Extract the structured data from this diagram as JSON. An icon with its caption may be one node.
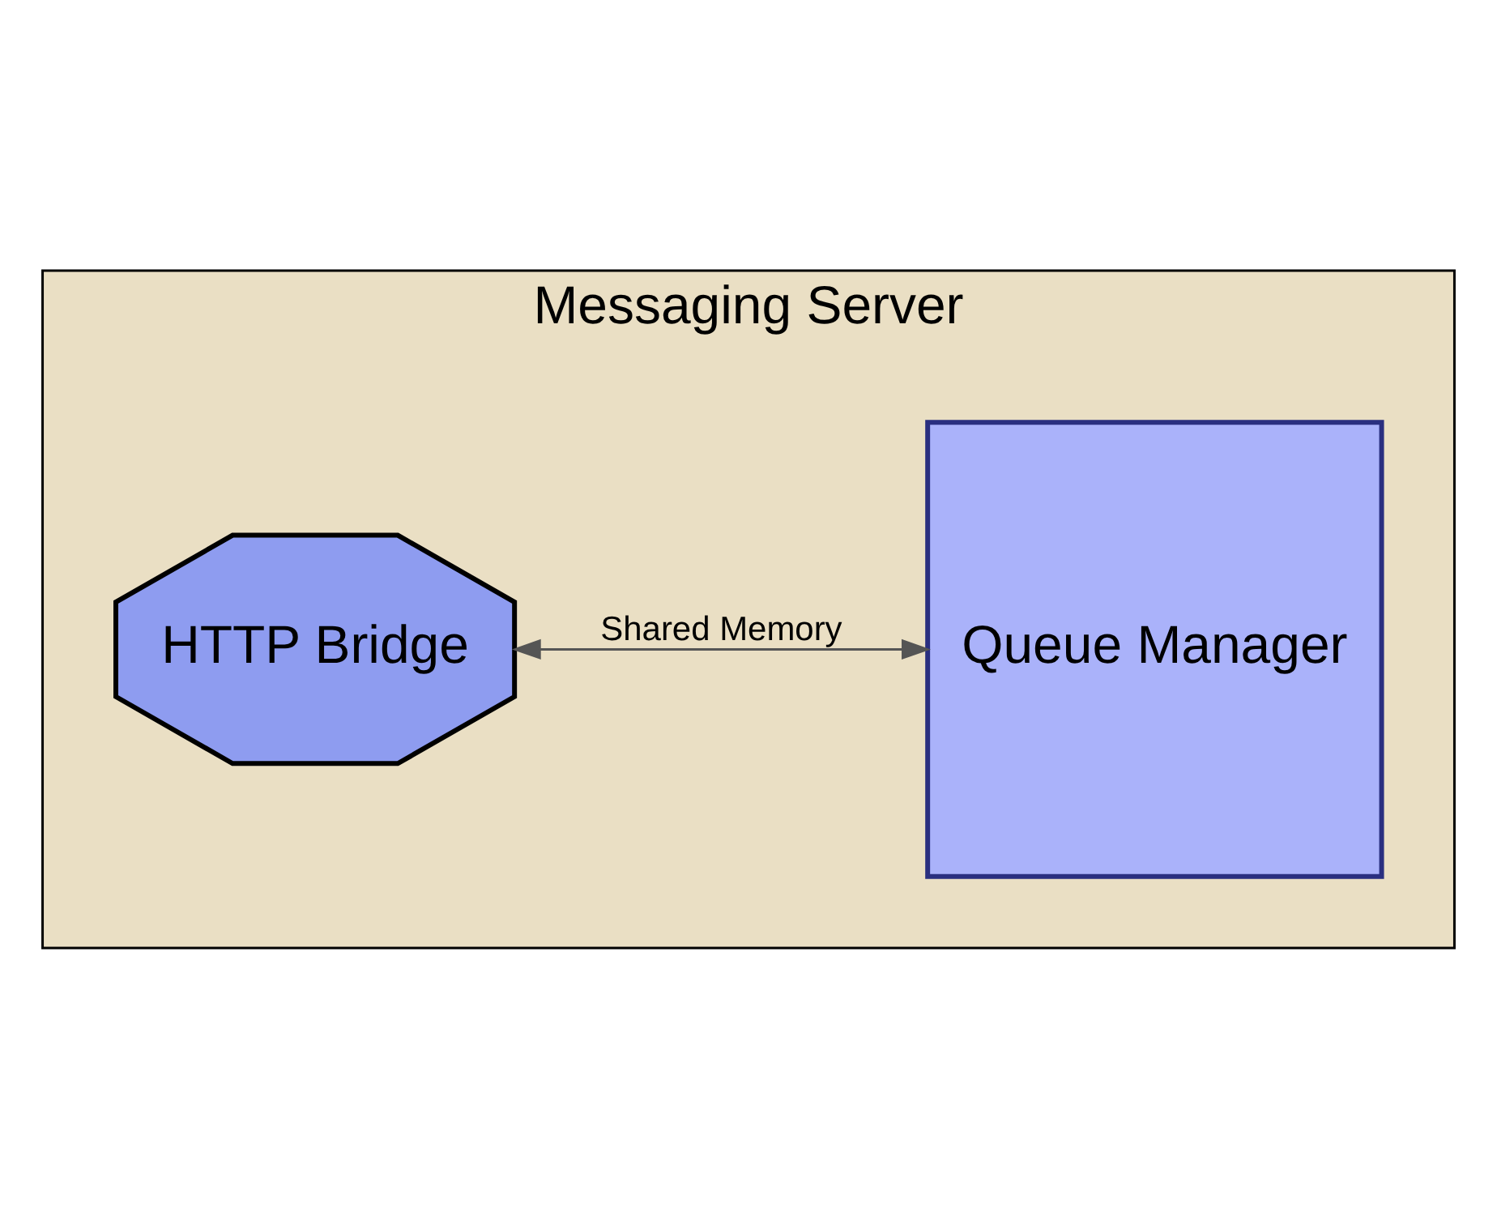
{
  "diagram": {
    "nodes": [
      {
        "text": [
          "Messaging Server"
        ]
      },
      {
        "text": [
          "Queue Manager"
        ],
        "in": 0
      },
      {
        "text": [
          "HTTP Bridge"
        ],
        "in": 0
      }
    ],
    "edges": [
      {
        "from": 2,
        "to": 1,
        "arrow": "both",
        "label": "Shared Memory"
      }
    ]
  }
}
